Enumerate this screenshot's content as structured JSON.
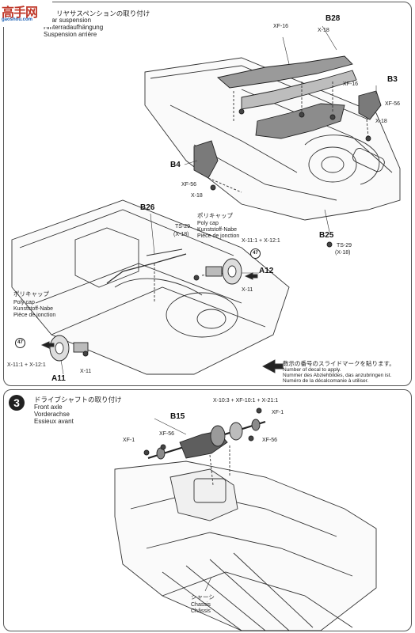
{
  "watermark": {
    "mark": "高手网",
    "site": "gaoshou.com"
  },
  "rear": {
    "title_jp": "リヤサスペンションの取り付け",
    "title_en": "Rear suspension",
    "title_de": "Hinterradaufhängung",
    "title_fr": "Suspension arrière",
    "parts": {
      "B28": "B28",
      "B3": "B3",
      "B4": "B4",
      "B25": "B25",
      "B26": "B26",
      "A12": "A12",
      "A11": "A11",
      "XF16a": "XF-16",
      "XF16b": "XF-16",
      "X18a": "X-18",
      "X18b": "X-18",
      "XF56a": "XF-56",
      "XF56b": "XF-56",
      "X18c": "X-18",
      "TS29a": "TS-29",
      "TS29a_sub": "(X-18)",
      "TS29b": "TS-29",
      "TS29b_sub": "(X-18)",
      "mix1": "X-11:1 + X-12:1",
      "mix2": "X-11:1 + X-12:1",
      "X11a": "X-11",
      "X11b": "X-11"
    },
    "polycap1": {
      "jp": "ポリキャップ",
      "en": "Poly cap",
      "de": "Kunststoff-Nabe",
      "fr": "Pièce de jonction"
    },
    "polycap2": {
      "jp": "ポリキャップ",
      "en": "Poly cap",
      "de": "Kunststoff-Nabe",
      "fr": "Pièce de jonction"
    },
    "decal_num": "47",
    "decal_num2": "47",
    "decal_note": {
      "jp": "数示の番号のスライドマークを貼ります。",
      "en": "Number of decal to apply.",
      "de": "Nummer des Abziehbildes, das anzubringen ist.",
      "fr": "Numéro de la décalcomanie à utiliser."
    }
  },
  "front": {
    "step": "3",
    "title_jp": "ドライブシャフトの取り付け",
    "title_en": "Front axle",
    "title_de": "Vorderachse",
    "title_fr": "Essieux avant",
    "parts": {
      "B15": "B15",
      "mix": "X-10:3 + XF-10:1 + X-21:1",
      "XF1a": "XF-1",
      "XF1b": "XF-1",
      "XF56a": "XF-56",
      "XF56b": "XF-56"
    },
    "chassis": {
      "jp": "シャーシ",
      "en": "Chassis",
      "fr": "Châssis"
    }
  }
}
